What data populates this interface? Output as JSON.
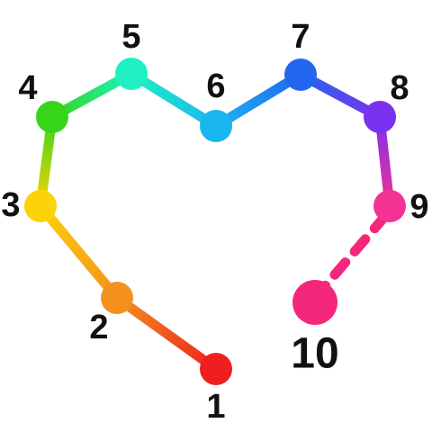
{
  "puzzle": {
    "dots": [
      {
        "label": "1",
        "color": "#ef1f1f"
      },
      {
        "label": "2",
        "color": "#f4901e"
      },
      {
        "label": "3",
        "color": "#fcd308"
      },
      {
        "label": "4",
        "color": "#35d61a"
      },
      {
        "label": "5",
        "color": "#1ff0c2"
      },
      {
        "label": "6",
        "color": "#1ab6f0"
      },
      {
        "label": "7",
        "color": "#2466ee"
      },
      {
        "label": "8",
        "color": "#7a32ee"
      },
      {
        "label": "9",
        "color": "#f43293"
      },
      {
        "label": "10",
        "color": "#f5277d"
      }
    ],
    "connected_dots": 9,
    "next_dot": "10"
  }
}
